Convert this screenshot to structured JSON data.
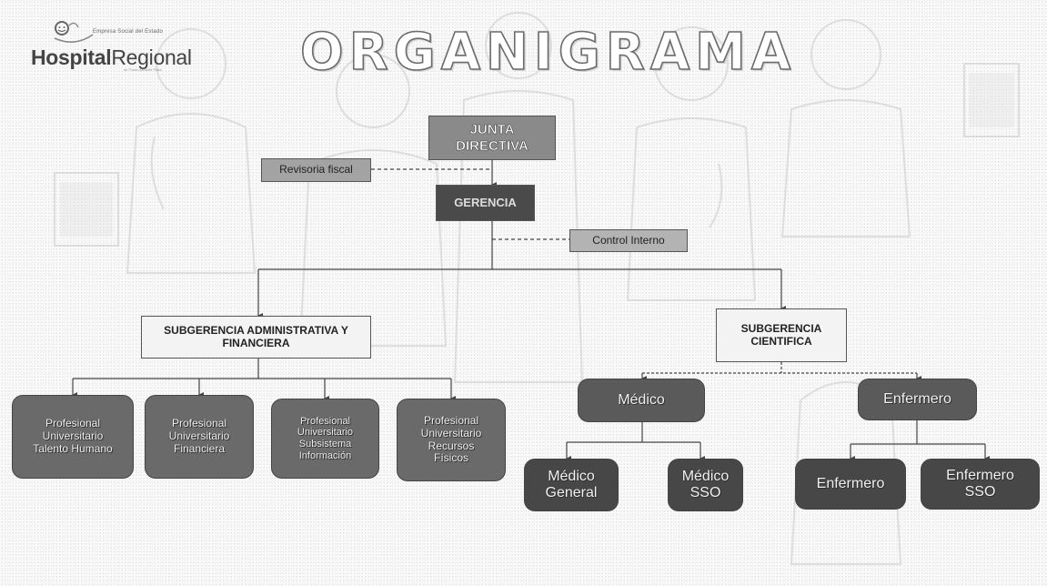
{
  "header": {
    "logo": {
      "tagline": "Empresa Social del Estado",
      "word_bold": "Hospital",
      "word_regular": "Regional",
      "sub": "de Pasto-Arrastre Plata"
    },
    "title": "ORGANIGRAMA"
  },
  "org": {
    "junta": "JUNTA DIRECTIVA",
    "revisoria": "Revisoria fiscal",
    "gerencia": "GERENCIA",
    "control": "Control Interno",
    "sub_admin": "SUBGERENCIA ADMINISTRATIVA Y FINANCIERA",
    "sub_cientifica": "SUBGERENCIA CIENTIFICA",
    "prof_talento": "Profesional Universitario Talento Humano",
    "prof_financiera": "Profesional Universitario Financiera",
    "prof_sistemas": "Profesional Universitario Subsistema Información",
    "prof_recursos": "Profesional Universitario Recursos Físicos",
    "medico": "Médico",
    "enfermero": "Enfermero",
    "medico_general": "Médico General",
    "medico_sso": "Médico SSO",
    "enfermero_jefe": "Enfermero",
    "enfermero_sso": "Enfermero SSO"
  },
  "colors": {
    "rect_dark": "#4a4a4a",
    "rect_mid": "#9a9a9a",
    "rect_light": "#f0f0f0",
    "pill": "#6a6a6a",
    "line": "#444444"
  }
}
